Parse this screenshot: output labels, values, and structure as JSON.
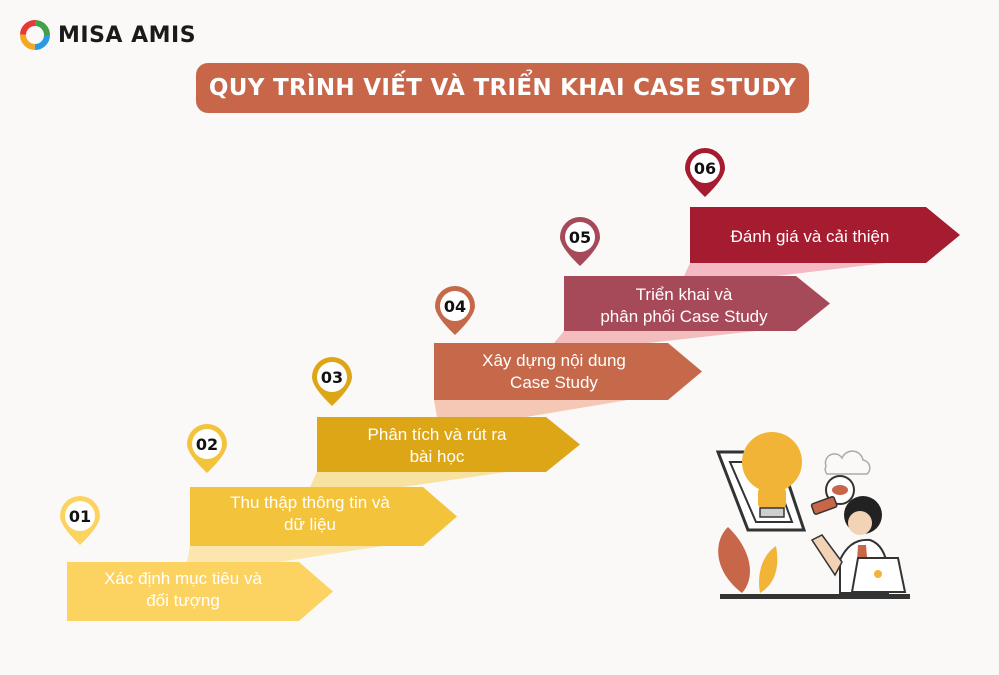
{
  "brand": {
    "name": "MISA AMIS"
  },
  "title": "QUY TRÌNH VIẾT VÀ TRIỂN KHAI CASE STUDY",
  "colors": {
    "title_bg": "#c8664a",
    "step1": "#fcd361",
    "step2": "#f3c33c",
    "step3": "#dca617",
    "step4": "#c6694b",
    "step5": "#a64a5a",
    "step6": "#a51c30",
    "riser1": "#fbe6ad",
    "riser2": "#f7e2a0",
    "riser3": "#f5c8b6",
    "riser4": "#f4bdbd",
    "riser5": "#f4b9c2"
  },
  "steps": [
    {
      "number": "01",
      "line1": "Xác định mục tiêu và",
      "line2": "đối tượng"
    },
    {
      "number": "02",
      "line1": "Thu thập thông tin và",
      "line2": "dữ liệu"
    },
    {
      "number": "03",
      "line1": "Phân tích và rút ra",
      "line2": "bài học"
    },
    {
      "number": "04",
      "line1": "Xây dựng nội dung",
      "line2": "Case Study"
    },
    {
      "number": "05",
      "line1": "Triển khai và",
      "line2": "phân phối Case Study"
    },
    {
      "number": "06",
      "line1": "Đánh giá và cải thiện",
      "line2": ""
    }
  ],
  "illustration": {
    "icon": "lightbulb-person-icon"
  }
}
